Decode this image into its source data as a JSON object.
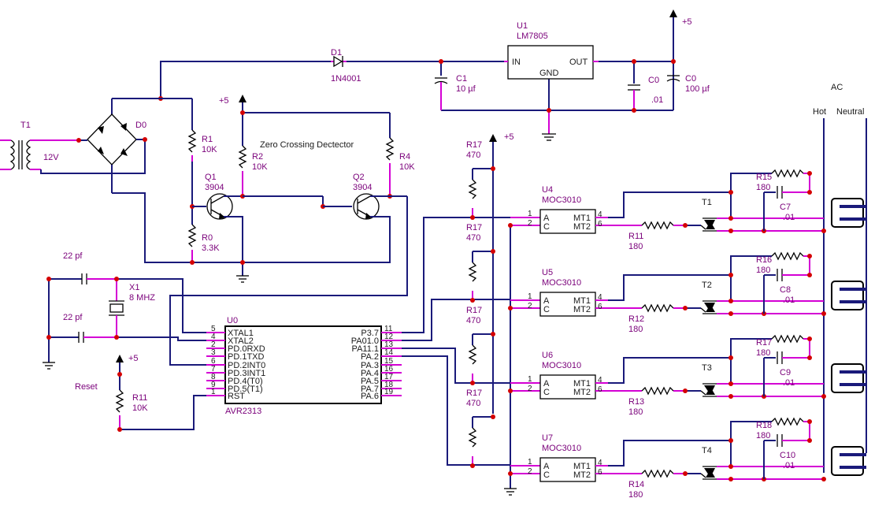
{
  "regulator": {
    "ref": "U1",
    "part": "LM7805",
    "in": "IN",
    "out": "OUT",
    "gnd": "GND"
  },
  "diode": {
    "ref": "D1",
    "part": "1N4001"
  },
  "bridge": {
    "ref": "D0"
  },
  "transformer": {
    "ref": "T1",
    "value": "12V"
  },
  "caps": {
    "c1": {
      "ref": "C1",
      "value": "10 µf"
    },
    "c0a": {
      "ref": "C0",
      "value": ".01"
    },
    "c0b": {
      "ref": "C0",
      "value": "100 µf"
    },
    "x1a": {
      "value": "22 pf"
    },
    "x1b": {
      "value": "22 pf"
    }
  },
  "power": {
    "label": "+5"
  },
  "zcd": {
    "title": "Zero Crossing Dectector",
    "r1": {
      "ref": "R1",
      "value": "10K"
    },
    "r2": {
      "ref": "R2",
      "value": "10K"
    },
    "r4": {
      "ref": "R4",
      "value": "10K"
    },
    "r0": {
      "ref": "R0",
      "value": "3.3K"
    },
    "q1": {
      "ref": "Q1",
      "part": "3904"
    },
    "q2": {
      "ref": "Q2",
      "part": "3904"
    }
  },
  "crystal": {
    "ref": "X1",
    "value": "8 MHZ"
  },
  "reset": {
    "label": "Reset",
    "ref": "R11",
    "value": "10K"
  },
  "mcu": {
    "ref": "U0",
    "part": "AVR2313",
    "left_pins": [
      {
        "num": "5",
        "name": "XTAL1"
      },
      {
        "num": "4",
        "name": "XTAL2"
      },
      {
        "num": "2",
        "name": "PD.0RXD"
      },
      {
        "num": "3",
        "name": "PD.1TXD"
      },
      {
        "num": "6",
        "name": "PD.2INT0"
      },
      {
        "num": "7",
        "name": "PD.3INT1"
      },
      {
        "num": "8",
        "name": "PD.4(T0)"
      },
      {
        "num": "9",
        "name": "PD.5(T1)"
      },
      {
        "num": "1",
        "name": "RST"
      }
    ],
    "right_pins": [
      {
        "num": "11",
        "name": "P3.7"
      },
      {
        "num": "12",
        "name": "PA01.0"
      },
      {
        "num": "13",
        "name": "PA11.1"
      },
      {
        "num": "14",
        "name": "PA.2"
      },
      {
        "num": "15",
        "name": "PA.3"
      },
      {
        "num": "16",
        "name": "PA.4"
      },
      {
        "num": "17",
        "name": "PA.5"
      },
      {
        "num": "18",
        "name": "PA.7"
      },
      {
        "num": "19",
        "name": "PA.6"
      }
    ]
  },
  "ac": {
    "title": "AC",
    "hot": "Hot",
    "neutral": "Neutral"
  },
  "channels": [
    {
      "pull": {
        "ref": "R17",
        "value": "470"
      },
      "opto": {
        "ref": "U4",
        "part": "MOC3010"
      },
      "gate": {
        "ref": "R11",
        "value": "180"
      },
      "triac": {
        "ref": "T1"
      },
      "snub_r": {
        "ref": "R15",
        "value": "180"
      },
      "snub_c": {
        "ref": "C7",
        "value": ".01"
      }
    },
    {
      "pull": {
        "ref": "R17",
        "value": "470"
      },
      "opto": {
        "ref": "U5",
        "part": "MOC3010"
      },
      "gate": {
        "ref": "R12",
        "value": "180"
      },
      "triac": {
        "ref": "T2"
      },
      "snub_r": {
        "ref": "R16",
        "value": "180"
      },
      "snub_c": {
        "ref": "C8",
        "value": ".01"
      }
    },
    {
      "pull": {
        "ref": "R17",
        "value": "470"
      },
      "opto": {
        "ref": "U6",
        "part": "MOC3010"
      },
      "gate": {
        "ref": "R13",
        "value": "180"
      },
      "triac": {
        "ref": "T3"
      },
      "snub_r": {
        "ref": "R17",
        "value": "180"
      },
      "snub_c": {
        "ref": "C9",
        "value": ".01"
      }
    },
    {
      "pull": {
        "ref": "R17",
        "value": "470"
      },
      "opto": {
        "ref": "U7",
        "part": "MOC3010"
      },
      "gate": {
        "ref": "R14",
        "value": "180"
      },
      "triac": {
        "ref": "T4"
      },
      "snub_r": {
        "ref": "R18",
        "value": "180"
      },
      "snub_c": {
        "ref": "C10",
        "value": ".01"
      }
    }
  ],
  "opto_pins": {
    "p1": "1",
    "p2": "2",
    "p4": "4",
    "p6": "6",
    "a": "A",
    "c": "C",
    "mt1": "MT1",
    "mt2": "MT2"
  }
}
